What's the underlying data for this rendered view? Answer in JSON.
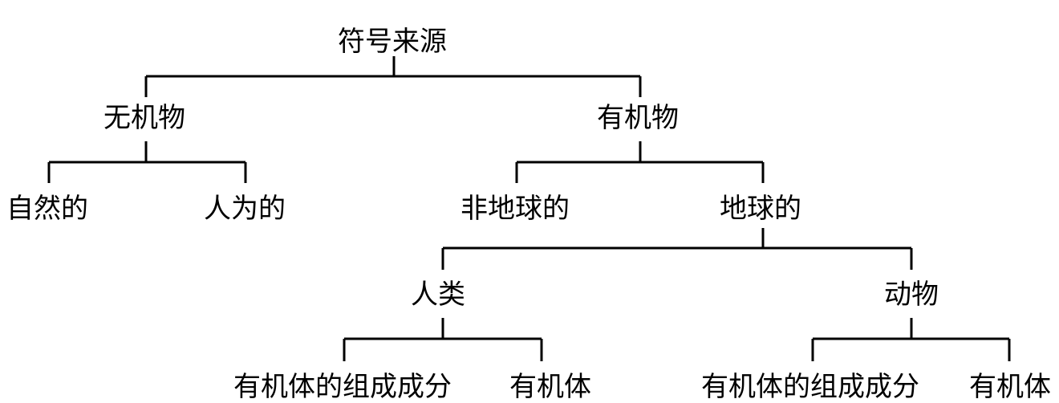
{
  "diagram": {
    "root": "符号来源",
    "level1": {
      "inorganic": "无机物",
      "organic": "有机物"
    },
    "inorganic_children": {
      "natural": "自然的",
      "artificial": "人为的"
    },
    "organic_children": {
      "non_terrestrial": "非地球的",
      "terrestrial": "地球的"
    },
    "terrestrial_children": {
      "humans": "人类",
      "animals": "动物"
    },
    "humans_children": {
      "components": "有机体的组成成分",
      "organism": "有机体"
    },
    "animals_children": {
      "components": "有机体的组成成分",
      "organism": "有机体"
    }
  }
}
